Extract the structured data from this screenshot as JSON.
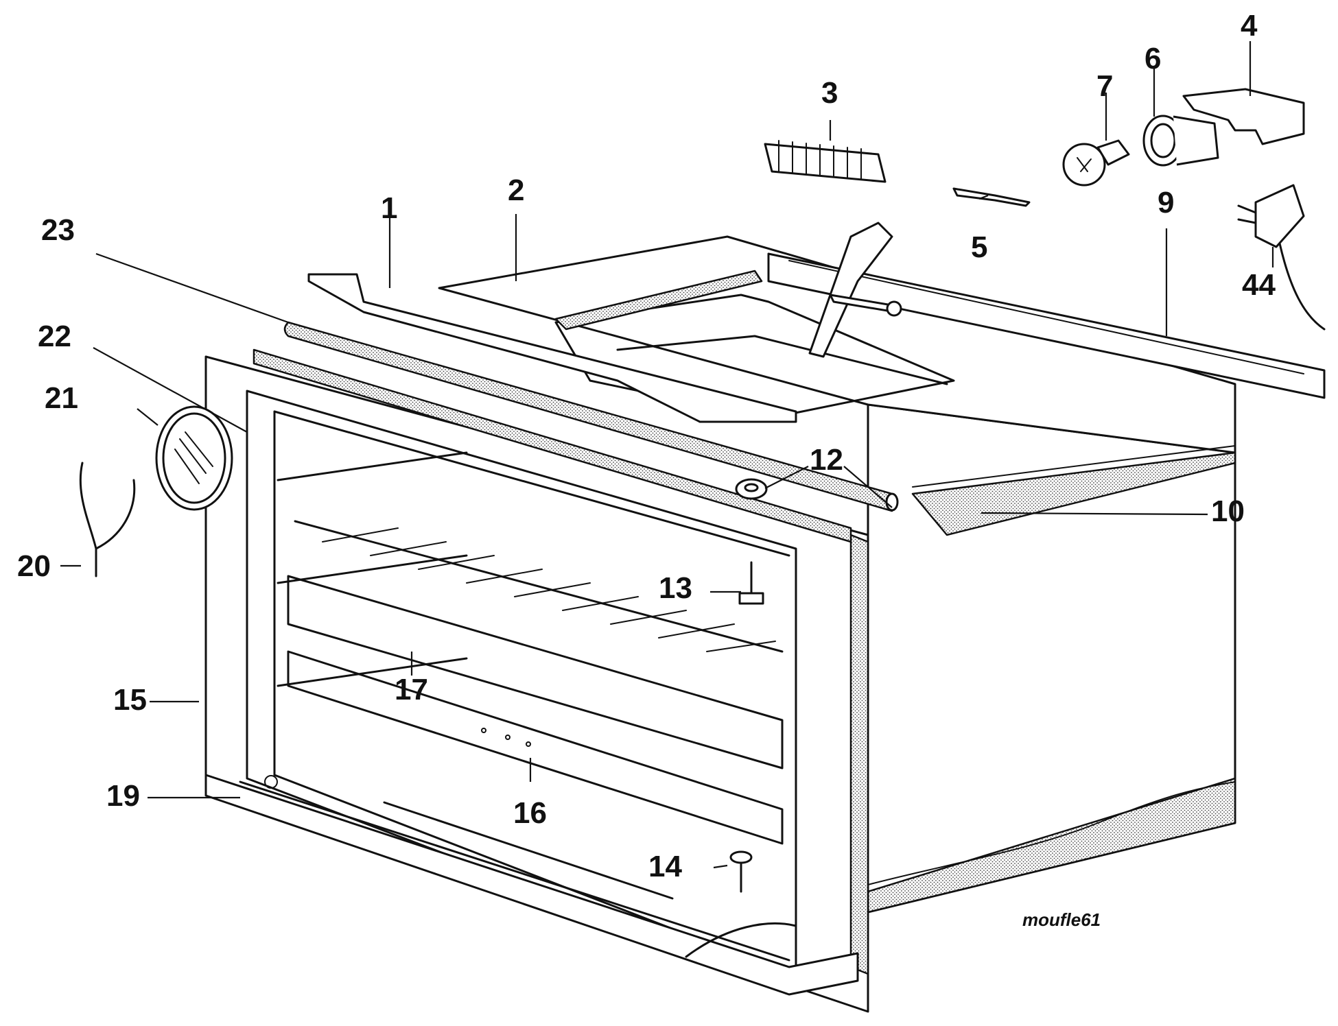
{
  "diagram": {
    "credit": "moufle61",
    "callouts": [
      {
        "id": "1",
        "label": "1"
      },
      {
        "id": "2",
        "label": "2"
      },
      {
        "id": "3",
        "label": "3"
      },
      {
        "id": "4",
        "label": "4"
      },
      {
        "id": "5",
        "label": "5"
      },
      {
        "id": "6",
        "label": "6"
      },
      {
        "id": "7",
        "label": "7"
      },
      {
        "id": "9",
        "label": "9"
      },
      {
        "id": "10",
        "label": "10"
      },
      {
        "id": "12",
        "label": "12"
      },
      {
        "id": "13",
        "label": "13"
      },
      {
        "id": "14",
        "label": "14"
      },
      {
        "id": "15",
        "label": "15"
      },
      {
        "id": "16",
        "label": "16"
      },
      {
        "id": "17",
        "label": "17"
      },
      {
        "id": "19",
        "label": "19"
      },
      {
        "id": "20",
        "label": "20"
      },
      {
        "id": "21",
        "label": "21"
      },
      {
        "id": "22",
        "label": "22"
      },
      {
        "id": "23",
        "label": "23"
      },
      {
        "id": "44",
        "label": "44"
      }
    ]
  }
}
